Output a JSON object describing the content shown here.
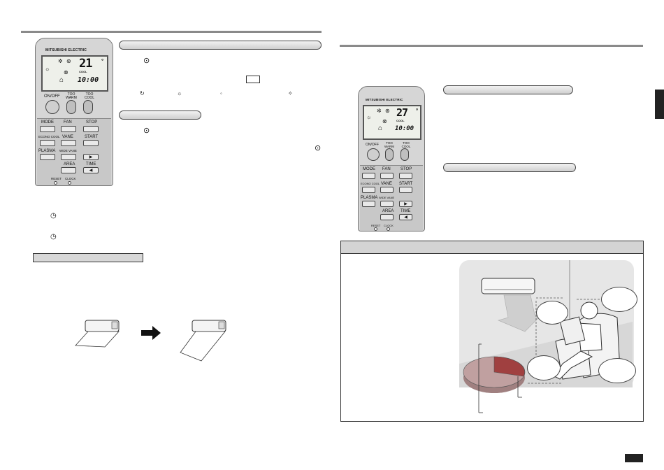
{
  "remote_left": {
    "brand": "MITSUBISHI ELECTRIC",
    "temperature": "21",
    "temp_unit": "°",
    "lcd_mode": "COOL",
    "clock": "10:00",
    "buttons": {
      "on_off": "ON/OFF",
      "too_warm": "TOO WARM",
      "too_cool": "TOO COOL",
      "mode": "MODE",
      "fan": "FAN",
      "stop": "STOP",
      "econo_cool": "ECONO COOL",
      "vane": "VANE",
      "start": "START",
      "plasma": "PLASMA",
      "wide_vane": "WIDE VANE",
      "area": "AREA",
      "time": "TIME",
      "reset": "RESET",
      "clock": "CLOCK"
    }
  },
  "remote_right": {
    "brand": "MITSUBISHI ELECTRIC",
    "temperature": "27",
    "temp_unit": "°",
    "lcd_mode": "COOL",
    "clock": "10:00",
    "buttons": {
      "on_off": "ON/OFF",
      "too_warm": "TOO WARM",
      "too_cool": "TOO COOL",
      "mode": "MODE",
      "fan": "FAN",
      "stop": "STOP",
      "econo_cool": "ECONO COOL",
      "vane": "VANE",
      "start": "START",
      "plasma": "PLASMA",
      "wide_vane": "WIDE VANE",
      "area": "AREA",
      "time": "TIME",
      "reset": "RESET",
      "clock": "CLOCK"
    }
  },
  "icons": {
    "mode_row": [
      "auto-mode-icon",
      "heat-mode-icon",
      "dry-mode-icon",
      "cool-mode-icon"
    ]
  },
  "colors": {
    "rule": "#8a8a8a",
    "pie_dark": "#a04040",
    "pie_light": "#c0a0a0",
    "room_bg": "#e6e6e6"
  }
}
